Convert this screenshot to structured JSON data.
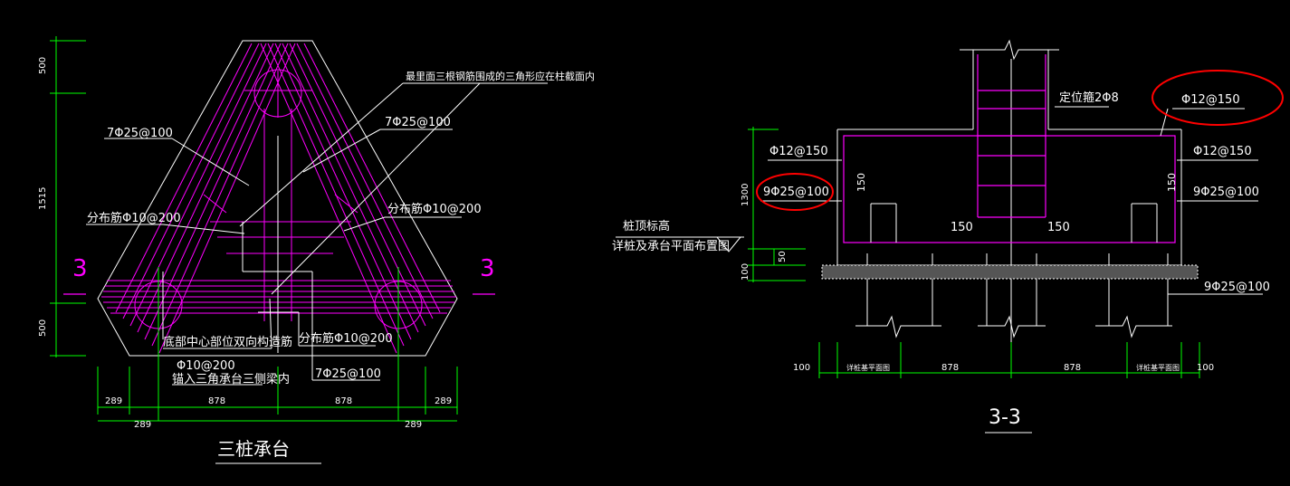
{
  "left_drawing": {
    "title": "三桩承台",
    "labels": {
      "top_note": "最里面三根钢筋围成的三角形应在柱截面内",
      "rebar_left": "7Φ25@100",
      "rebar_right": "7Φ25@100",
      "rebar_bottom": "7Φ25@100",
      "dist_left": "分布筋Φ10@200",
      "dist_right": "分布筋Φ10@200",
      "dist_bottom": "分布筋Φ10@200",
      "center_note": "底部中心部位双向构造筋",
      "center_rebar": "Φ10@200",
      "anchor_note": "锚入三角承台三侧梁内"
    },
    "section_mark_left": "3",
    "section_mark_right": "3",
    "dims_vertical": [
      "500",
      "1515",
      "500"
    ],
    "dims_bottom_row1": [
      "289",
      "878",
      "878",
      "289"
    ],
    "dims_bottom_row2": [
      "289",
      "289"
    ]
  },
  "right_drawing": {
    "title": "3-3",
    "labels": {
      "locator": "定位箍2Φ8",
      "top_rebar": "Φ12@150",
      "side_left": "Φ12@150",
      "side_right": "Φ12@150",
      "bottom_left": "9Φ25@100",
      "bottom_right": "9Φ25@100",
      "bottom_right_low": "9Φ25@100",
      "pile_top": "桩顶标高",
      "pile_note": "详桩及承台平面布置图",
      "cover_left": "150",
      "cover_right": "150",
      "cover_l2": "150",
      "cover_r2": "150"
    },
    "dims_vertical": [
      "1300",
      "50",
      "100"
    ],
    "dims_bottom": [
      "100",
      "详桩基平面图",
      "878",
      "878",
      "详桩基平面图",
      "100"
    ]
  },
  "colors": {
    "line": "#ffffff",
    "rebar": "#ff00ff",
    "dimension": "#00ff00",
    "highlight": "#ff0000",
    "background": "#000000"
  }
}
